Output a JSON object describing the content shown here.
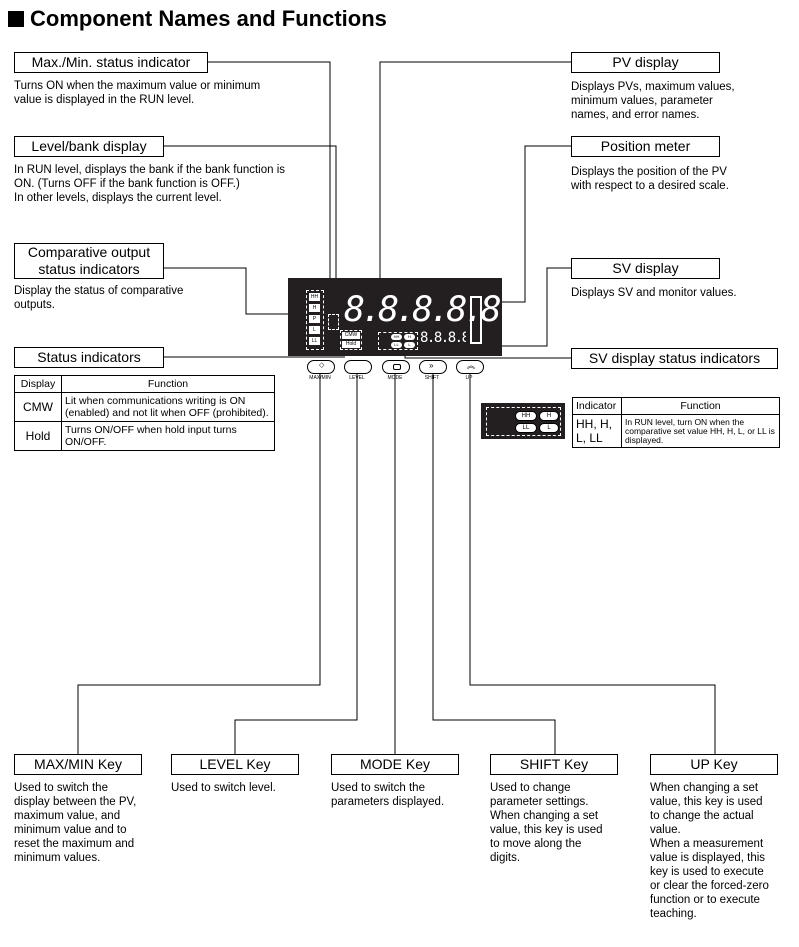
{
  "title": "Component Names and Functions",
  "labels": {
    "maxmin_status": {
      "name": "Max./Min. status indicator",
      "desc": [
        "Turns ON when the maximum value or minimum",
        "value is displayed in the RUN level."
      ]
    },
    "level_bank": {
      "name": "Level/bank display",
      "desc": [
        "In RUN level, displays the bank if the bank function is",
        "ON. (Turns OFF if the bank function is OFF.)",
        "In other levels, displays the current level."
      ]
    },
    "comparative": {
      "name_l1": "Comparative output",
      "name_l2": "status indicators",
      "desc": [
        "Display the status of comparative",
        "outputs."
      ]
    },
    "status": {
      "name": "Status indicators"
    },
    "pv": {
      "name": "PV display",
      "desc": [
        "Displays PVs, maximum values,",
        "minimum values, parameter",
        "names, and error names."
      ]
    },
    "position": {
      "name": "Position meter",
      "desc": [
        "Displays the position of the PV",
        "with respect to a desired scale."
      ]
    },
    "sv": {
      "name": "SV display",
      "desc": [
        "Displays SV and monitor values."
      ]
    },
    "sv_status": {
      "name": "SV display status indicators"
    }
  },
  "status_table": {
    "headers": [
      "Display",
      "Function"
    ],
    "rows": [
      [
        "CMW",
        "Lit when communications writing is ON (enabled) and not lit when OFF (prohibited)."
      ],
      [
        "Hold",
        "Turns ON/OFF when hold input turns ON/OFF."
      ]
    ]
  },
  "indicator_table": {
    "headers": [
      "Indicator",
      "Function"
    ],
    "row": [
      "HH, H, L, LL",
      "In RUN level, turn ON when the comparative set value HH, H, L, or LL is displayed."
    ]
  },
  "device": {
    "segments": "8.8.8.8.8.",
    "sub_segments": "8.8.8.8.8",
    "indicators": [
      "HH",
      "H",
      "P",
      "L",
      "LL"
    ],
    "status_badges": [
      "CMW",
      "Hold"
    ],
    "compare_badges": [
      "HH",
      "H",
      "LL",
      "L"
    ],
    "keys": [
      "MAX/MIN",
      "LEVEL",
      "MODE",
      "SHIFT",
      "UP"
    ]
  },
  "keys": [
    {
      "name": "MAX/MIN Key",
      "desc": [
        "Used to switch the",
        "display between the PV,",
        "maximum value, and",
        "minimum value and to",
        "reset the maximum and",
        "minimum values."
      ]
    },
    {
      "name": "LEVEL Key",
      "desc": [
        "Used to switch level."
      ]
    },
    {
      "name": "MODE Key",
      "desc": [
        "Used to switch the",
        "parameters displayed."
      ]
    },
    {
      "name": "SHIFT Key",
      "desc": [
        "Used to change",
        "parameter settings.",
        "When changing a set",
        "value, this key is used",
        "to move along the",
        "digits."
      ]
    },
    {
      "name": "UP Key",
      "desc": [
        "When changing a set",
        "value, this key is used",
        "to change the actual",
        "value.",
        "When a measurement",
        "value is displayed, this",
        "key is used to execute",
        "or clear the forced-zero",
        "function or to execute",
        "teaching."
      ]
    }
  ]
}
